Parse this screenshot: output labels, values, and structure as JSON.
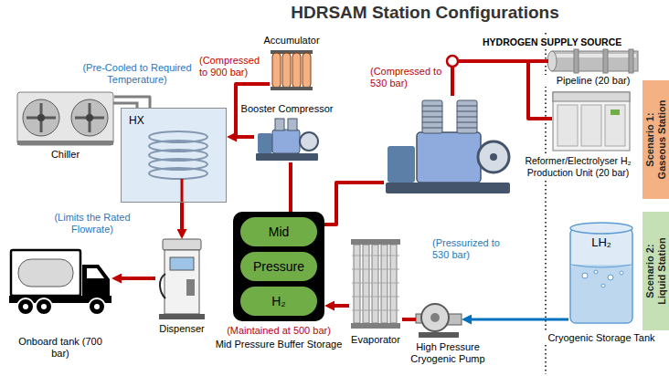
{
  "diagram": {
    "title": "HDRSAM Station Configurations",
    "nodes": [
      {
        "text": [
          "Accumulator"
        ]
      },
      {
        "text": [
          "(Pre-Cooled to Required Temperature)",
          "Chiller"
        ]
      },
      {
        "text": [
          "HX"
        ]
      },
      {
        "text": [
          "(Compressed to 900 bar)",
          "Booster Compressor"
        ]
      },
      {
        "text": [
          "(Compressed to 530 bar)"
        ]
      },
      {
        "text": [
          "Pipeline (20 bar)"
        ]
      },
      {
        "text": [
          "Reformer/Electrolyser H₂ Production Unit (20 bar)"
        ]
      },
      {
        "text": [
          "Scenario 1: Gaseous Station"
        ]
      },
      {
        "text": [
          "(Limits the Rated Flowrate)",
          "Dispenser"
        ]
      },
      {
        "text": [
          "(Maintained at 500 bar)",
          "Mid Pressure Buffer Storage"
        ]
      },
      {
        "text": [
          "Mid"
        ],
        "in": 9
      },
      {
        "text": [
          "Pressure"
        ],
        "in": 9
      },
      {
        "text": [
          "H₂"
        ],
        "in": 9
      },
      {
        "text": [
          "Onboard tank (700 bar)"
        ]
      },
      {
        "text": [
          "Evaporator"
        ]
      },
      {
        "text": [
          "(Pressurized to 530 bar)",
          "High Pressure Cryogenic Pump"
        ]
      },
      {
        "text": [
          "LH₂",
          "Cryogenic Storage Tank"
        ]
      },
      {
        "text": [
          "Scenario 2: Liquid Station"
        ]
      }
    ],
    "edges": [
      {
        "from": 5,
        "to": 4,
        "arrow": "none"
      },
      {
        "from": 6,
        "to": 4,
        "arrow": "none"
      },
      {
        "from": 4,
        "to": 9,
        "arrow": "none"
      },
      {
        "from": 9,
        "to": 3,
        "arrow": "none"
      },
      {
        "from": 0,
        "to": 3,
        "arrow": "none"
      },
      {
        "from": 3,
        "to": 2,
        "arrow": "to"
      },
      {
        "from": 1,
        "to": 2,
        "arrow": "none"
      },
      {
        "from": 2,
        "to": 8,
        "arrow": "to"
      },
      {
        "from": 8,
        "to": 13,
        "arrow": "to"
      },
      {
        "from": 16,
        "to": 15,
        "arrow": "to"
      },
      {
        "from": 15,
        "to": 14,
        "arrow": "none"
      },
      {
        "from": 14,
        "to": 9,
        "arrow": "to"
      }
    ],
    "labels": [
      "HYDROGEN SUPPLY SOURCE"
    ]
  }
}
